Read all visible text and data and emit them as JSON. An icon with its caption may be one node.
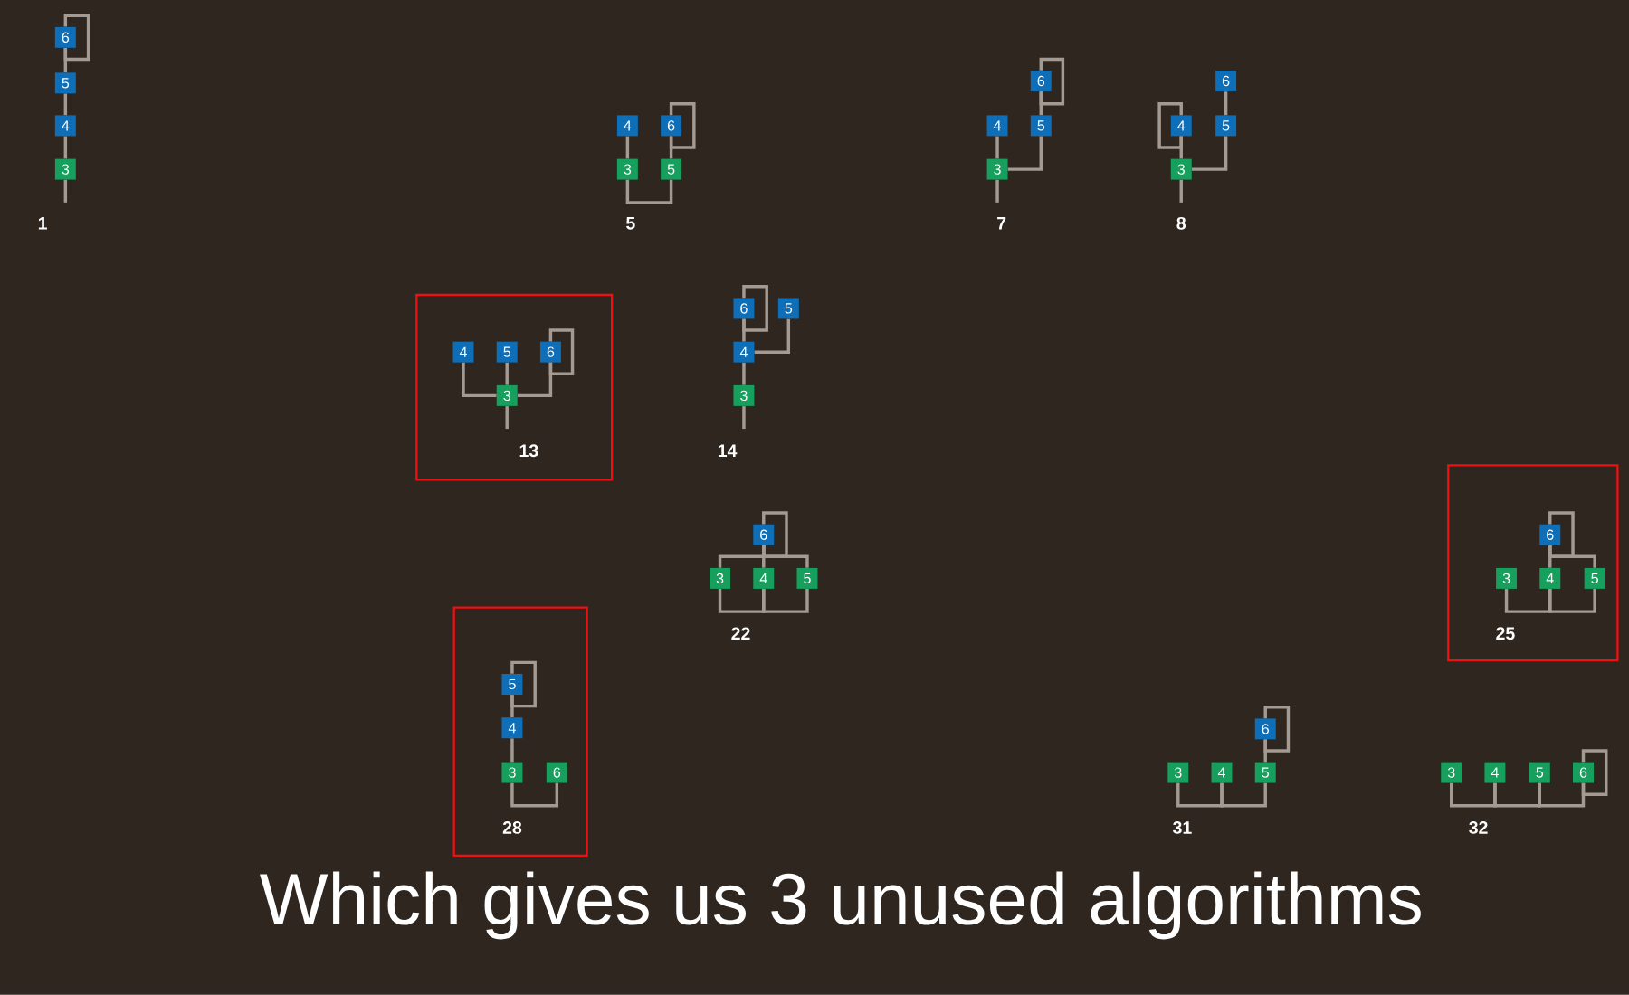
{
  "diagram": {
    "caption": "Which gives us 3 unused algorithms",
    "nodes": [
      {
        "text": [
          "6"
        ]
      },
      {
        "text": [
          "5"
        ]
      },
      {
        "text": [
          "4"
        ]
      },
      {
        "text": [
          "3"
        ]
      },
      {
        "text": [
          "4"
        ]
      },
      {
        "text": [
          "6"
        ]
      },
      {
        "text": [
          "3"
        ]
      },
      {
        "text": [
          "5"
        ]
      },
      {
        "text": [
          "6"
        ]
      },
      {
        "text": [
          "4"
        ]
      },
      {
        "text": [
          "5"
        ]
      },
      {
        "text": [
          "3"
        ]
      },
      {
        "text": [
          "6"
        ]
      },
      {
        "text": [
          "4"
        ]
      },
      {
        "text": [
          "5"
        ]
      },
      {
        "text": [
          "3"
        ]
      },
      {
        "text": [],
        "shape": "box"
      },
      {
        "text": [
          "4"
        ],
        "in": 16
      },
      {
        "text": [
          "5"
        ],
        "in": 16
      },
      {
        "text": [
          "6"
        ],
        "in": 16
      },
      {
        "text": [
          "3"
        ],
        "in": 16
      },
      {
        "text": [
          "6"
        ]
      },
      {
        "text": [
          "5"
        ]
      },
      {
        "text": [
          "4"
        ]
      },
      {
        "text": [
          "3"
        ]
      },
      {
        "text": [
          "6"
        ]
      },
      {
        "text": [
          "3"
        ]
      },
      {
        "text": [
          "4"
        ]
      },
      {
        "text": [
          "5"
        ]
      },
      {
        "text": [],
        "shape": "box"
      },
      {
        "text": [
          "6"
        ],
        "in": 29
      },
      {
        "text": [
          "3"
        ],
        "in": 29
      },
      {
        "text": [
          "4"
        ],
        "in": 29
      },
      {
        "text": [
          "5"
        ],
        "in": 29
      },
      {
        "text": [],
        "shape": "box"
      },
      {
        "text": [
          "5"
        ],
        "in": 34
      },
      {
        "text": [
          "4"
        ],
        "in": 34
      },
      {
        "text": [
          "3"
        ],
        "in": 34
      },
      {
        "text": [
          "6"
        ],
        "in": 34
      },
      {
        "text": [
          "6"
        ]
      },
      {
        "text": [
          "3"
        ]
      },
      {
        "text": [
          "4"
        ]
      },
      {
        "text": [
          "5"
        ]
      },
      {
        "text": [
          "3"
        ]
      },
      {
        "text": [
          "4"
        ]
      },
      {
        "text": [
          "5"
        ]
      },
      {
        "text": [
          "6"
        ]
      }
    ],
    "edges": [
      {
        "from": 0,
        "to": 0,
        "arrow": "none"
      },
      {
        "from": 0,
        "to": 1,
        "arrow": "none"
      },
      {
        "from": 1,
        "to": 2,
        "arrow": "none"
      },
      {
        "from": 2,
        "to": 3,
        "arrow": "none"
      },
      {
        "from": 3,
        "to": null,
        "arrow": "none"
      },
      {
        "from": 5,
        "to": 5,
        "arrow": "none"
      },
      {
        "from": 4,
        "to": 6,
        "arrow": "none"
      },
      {
        "from": 5,
        "to": 7,
        "arrow": "none"
      },
      {
        "from": 6,
        "to": 7,
        "arrow": "none"
      },
      {
        "from": 8,
        "to": 8,
        "arrow": "none"
      },
      {
        "from": 8,
        "to": 10,
        "arrow": "none"
      },
      {
        "from": 9,
        "to": 11,
        "arrow": "none"
      },
      {
        "from": 10,
        "to": 11,
        "arrow": "none"
      },
      {
        "from": 11,
        "to": null,
        "arrow": "none"
      },
      {
        "from": 13,
        "to": 13,
        "arrow": "none"
      },
      {
        "from": 12,
        "to": 14,
        "arrow": "none"
      },
      {
        "from": 13,
        "to": 15,
        "arrow": "none"
      },
      {
        "from": 14,
        "to": 15,
        "arrow": "none"
      },
      {
        "from": 15,
        "to": null,
        "arrow": "none"
      },
      {
        "from": 19,
        "to": 19,
        "arrow": "none"
      },
      {
        "from": 17,
        "to": 20,
        "arrow": "none"
      },
      {
        "from": 18,
        "to": 20,
        "arrow": "none"
      },
      {
        "from": 19,
        "to": 20,
        "arrow": "none"
      },
      {
        "from": 20,
        "to": null,
        "arrow": "none"
      },
      {
        "from": 21,
        "to": 21,
        "arrow": "none"
      },
      {
        "from": 21,
        "to": 23,
        "arrow": "none"
      },
      {
        "from": 22,
        "to": 23,
        "arrow": "none"
      },
      {
        "from": 23,
        "to": 24,
        "arrow": "none"
      },
      {
        "from": 24,
        "to": null,
        "arrow": "none"
      },
      {
        "from": 25,
        "to": 25,
        "arrow": "none"
      },
      {
        "from": 25,
        "to": 26,
        "arrow": "none"
      },
      {
        "from": 25,
        "to": 27,
        "arrow": "none"
      },
      {
        "from": 25,
        "to": 28,
        "arrow": "none"
      },
      {
        "from": 26,
        "to": 27,
        "arrow": "none"
      },
      {
        "from": 27,
        "to": 28,
        "arrow": "none"
      },
      {
        "from": 30,
        "to": 30,
        "arrow": "none"
      },
      {
        "from": 30,
        "to": 32,
        "arrow": "none"
      },
      {
        "from": 30,
        "to": 33,
        "arrow": "none"
      },
      {
        "from": 31,
        "to": 32,
        "arrow": "none"
      },
      {
        "from": 32,
        "to": 33,
        "arrow": "none"
      },
      {
        "from": 35,
        "to": 35,
        "arrow": "none"
      },
      {
        "from": 35,
        "to": 36,
        "arrow": "none"
      },
      {
        "from": 36,
        "to": 37,
        "arrow": "none"
      },
      {
        "from": 37,
        "to": 38,
        "arrow": "none"
      },
      {
        "from": 39,
        "to": 39,
        "arrow": "none"
      },
      {
        "from": 39,
        "to": 42,
        "arrow": "none"
      },
      {
        "from": 40,
        "to": 41,
        "arrow": "none"
      },
      {
        "from": 41,
        "to": 42,
        "arrow": "none"
      },
      {
        "from": 46,
        "to": 46,
        "arrow": "none"
      },
      {
        "from": 43,
        "to": 44,
        "arrow": "none"
      },
      {
        "from": 44,
        "to": 45,
        "arrow": "none"
      },
      {
        "from": 45,
        "to": 46,
        "arrow": "none"
      }
    ],
    "labels": [
      "1",
      "5",
      "7",
      "8",
      "13",
      "14",
      "22",
      "25",
      "28",
      "31",
      "32"
    ]
  }
}
